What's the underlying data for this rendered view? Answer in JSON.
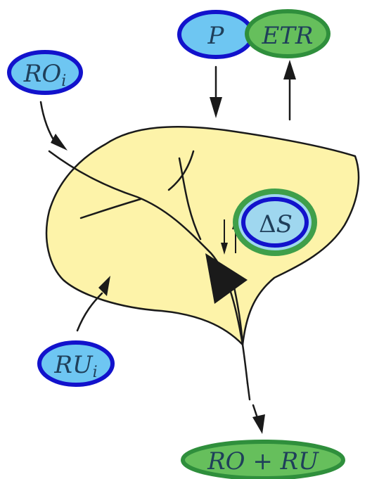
{
  "nodes": {
    "ro_i": {
      "main": "RO",
      "sub": "i"
    },
    "ru_i": {
      "main": "RU",
      "sub": "i"
    },
    "p": {
      "label": "P"
    },
    "etr": {
      "label": "ETR"
    },
    "delta_s": {
      "delta": "Δ",
      "label": "S"
    },
    "outflow": {
      "label": "RO + RU"
    }
  },
  "colors": {
    "catchment_fill": "#fdf3a9",
    "blue_node_fill": "#6ec6f2",
    "blue_node_stroke": "#1212cc",
    "green_node_fill": "#66bf5c",
    "green_node_stroke": "#2f8f3c",
    "double_outer_stroke": "#3f9f4a",
    "double_inner_stroke": "#1212cc",
    "double_fill": "#9fd7ef",
    "line": "#1a1a1a",
    "label_text": "#1f3f5a"
  }
}
